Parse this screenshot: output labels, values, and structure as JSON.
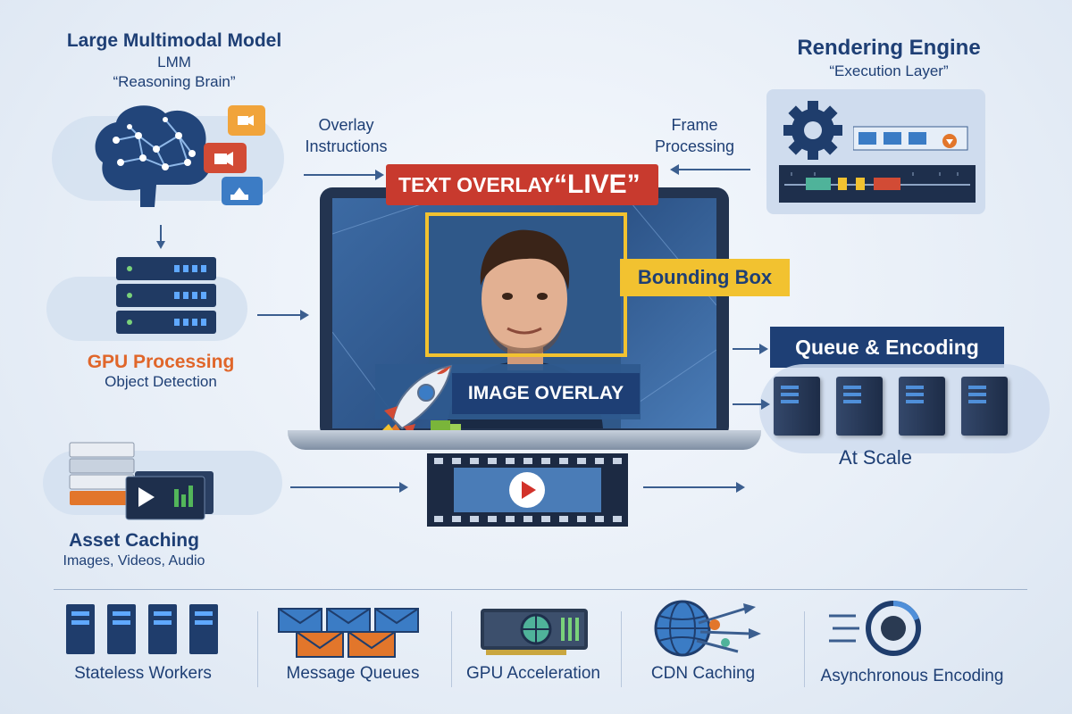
{
  "lmm": {
    "title": "Large Multimodal Model",
    "abbr": "LMM",
    "subtitle": "“Reasoning Brain”"
  },
  "rendering": {
    "title": "Rendering Engine",
    "subtitle": "“Execution Layer”"
  },
  "flows": {
    "overlay_instructions": "Overlay\nInstructions",
    "frame_processing": "Frame\nProcessing"
  },
  "banner": {
    "text": "TEXT OVERLAY",
    "live": "“LIVE”"
  },
  "bounding_box": "Bounding Box",
  "image_overlay": "IMAGE OVERLAY",
  "gpu": {
    "title": "GPU Processing",
    "subtitle": "Object Detection"
  },
  "queue": {
    "title": "Queue & Encoding",
    "subtitle": "At Scale"
  },
  "asset": {
    "title": "Asset Caching",
    "subtitle": "Images, Videos, Audio"
  },
  "bottom": [
    {
      "label": "Stateless Workers"
    },
    {
      "label": "Message Queues"
    },
    {
      "label": "GPU Acceleration"
    },
    {
      "label": "CDN Caching"
    },
    {
      "label": "Asynchronous Encoding"
    }
  ],
  "colors": {
    "accent_red": "#c83a2e",
    "accent_yellow": "#f2c230",
    "navy": "#1e3f75",
    "orange": "#e2762b"
  }
}
